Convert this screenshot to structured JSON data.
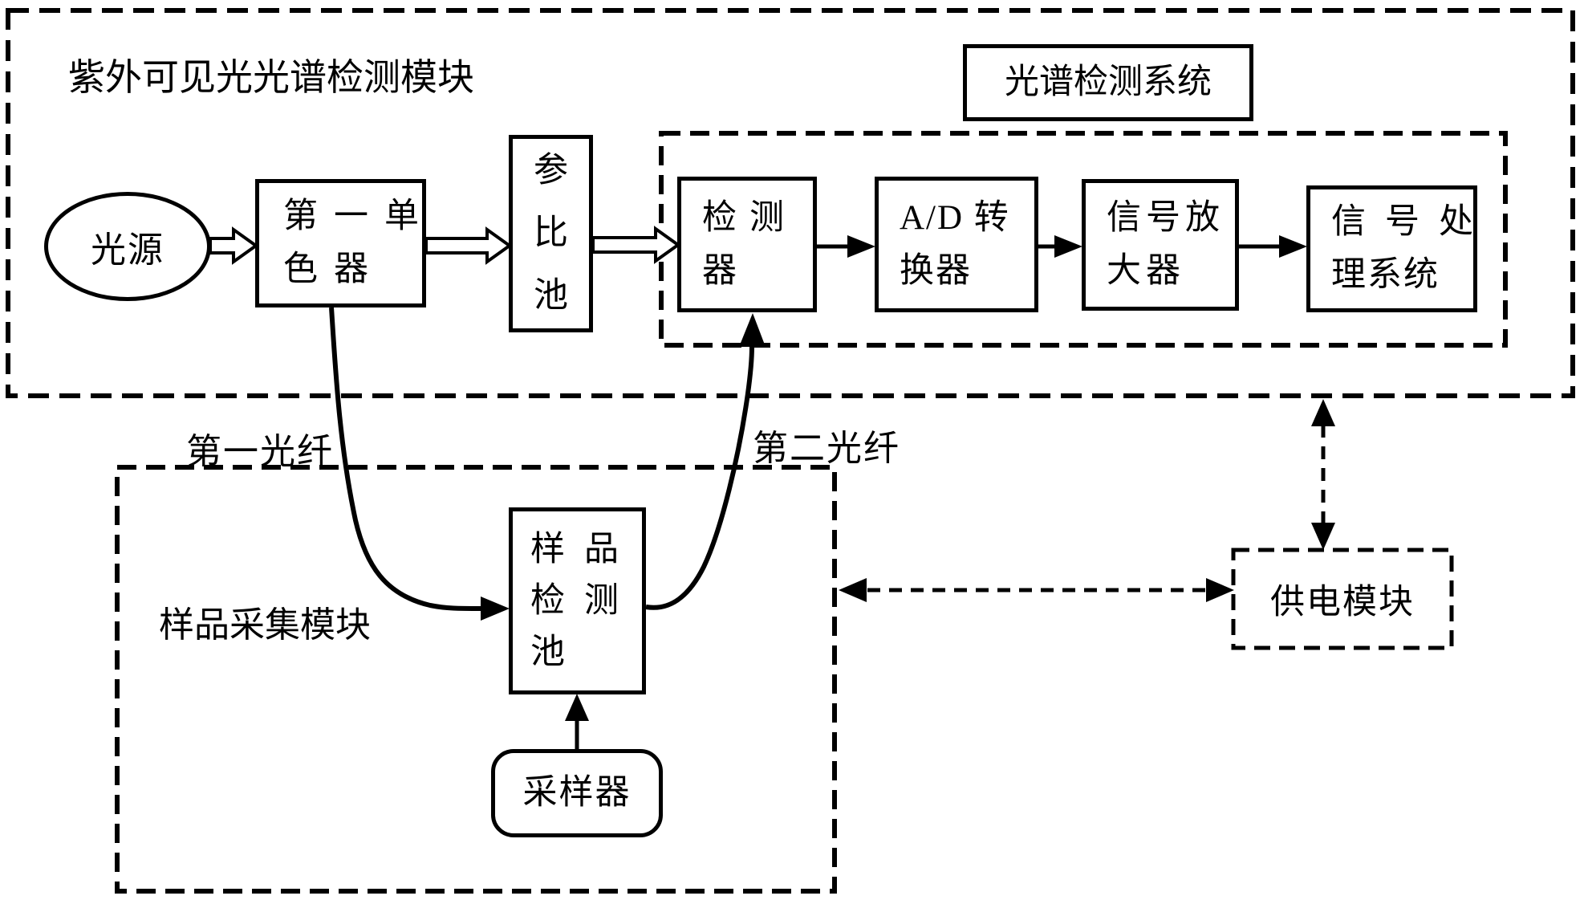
{
  "canvas": {
    "background": "#ffffff",
    "ink": "#000000"
  },
  "modules": {
    "uv_module": {
      "title": "紫外可见光光谱检测模块"
    },
    "spectrum_system": {
      "title": "光谱检测系统"
    },
    "sample_module": {
      "title": "样品采集模块"
    },
    "power_module": {
      "title": "供电模块"
    }
  },
  "nodes": {
    "light_source": {
      "label": "光源"
    },
    "monochromator": {
      "lines": [
        "第一单",
        "色器"
      ]
    },
    "reference_cell": {
      "lines": [
        "参",
        "比",
        "池"
      ]
    },
    "detector": {
      "lines": [
        "检测",
        "器"
      ]
    },
    "adc": {
      "lines": [
        "A/D 转",
        "换器"
      ]
    },
    "amplifier": {
      "lines": [
        "信号放",
        "大器"
      ]
    },
    "processor": {
      "lines": [
        "信号处",
        "理系统"
      ]
    },
    "sample_cell": {
      "lines": [
        "样品",
        "检测",
        "池"
      ]
    },
    "sampler": {
      "label": "采样器"
    }
  },
  "labels": {
    "first_fiber": "第一光纤",
    "second_fiber": "第二光纤"
  }
}
